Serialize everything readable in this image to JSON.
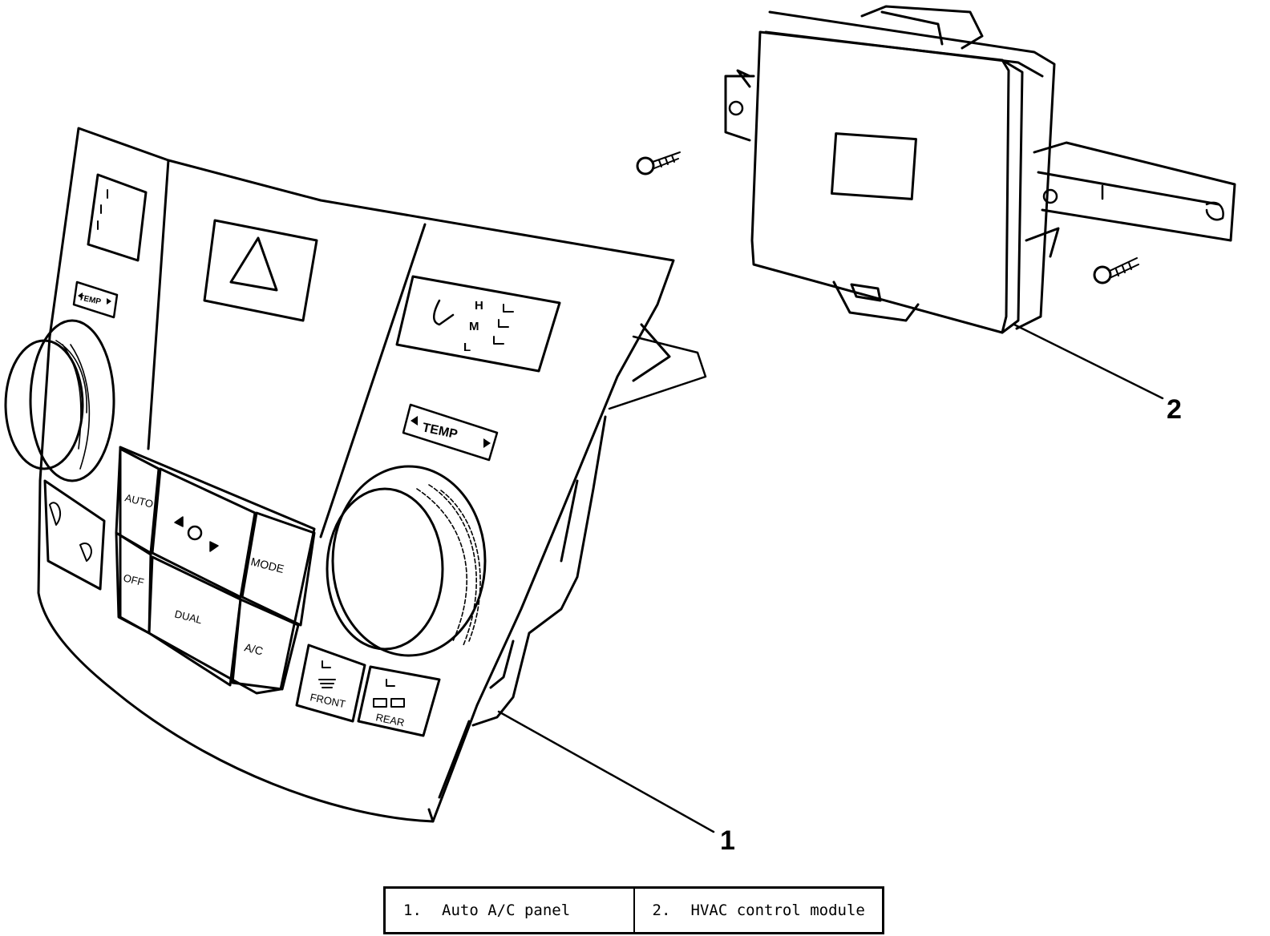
{
  "callouts": [
    {
      "number": "1"
    },
    {
      "number": "2"
    }
  ],
  "panel": {
    "seat_heater_levels": [
      "H",
      "M",
      "L"
    ],
    "temp_label_left": "TEMP",
    "temp_label_right": "TEMP",
    "buttons": {
      "auto": "AUTO",
      "off": "OFF",
      "dual": "DUAL",
      "mode": "MODE",
      "ac": "A/C",
      "front": "FRONT",
      "rear": "REAR"
    }
  },
  "legend": [
    {
      "num": "1.",
      "label": "Auto A/C panel"
    },
    {
      "num": "2.",
      "label": "HVAC control module"
    }
  ]
}
